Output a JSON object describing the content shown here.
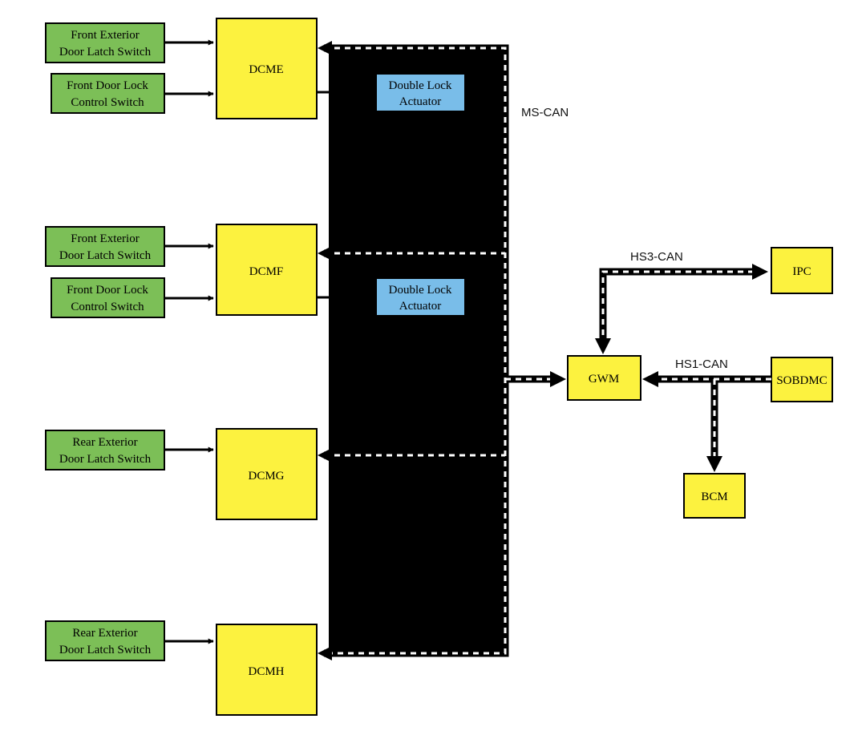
{
  "modules": {
    "dcme": "DCME",
    "dcmf": "DCMF",
    "dcmg": "DCMG",
    "dcmh": "DCMH",
    "gwm": "GWM",
    "ipc": "IPC",
    "sobdmc": "SOBDMC",
    "bcm": "BCM"
  },
  "switches": {
    "sw1": [
      "Front Exterior",
      "Door Latch Switch"
    ],
    "sw2": [
      "Front Door Lock",
      "Control Switch"
    ],
    "sw3": [
      "Front Exterior",
      "Door Latch Switch"
    ],
    "sw4": [
      "Front Door Lock",
      "Control Switch"
    ],
    "sw5": [
      "Rear Exterior",
      "Door Latch Switch"
    ],
    "sw6": [
      "Rear Exterior",
      "Door Latch Switch"
    ]
  },
  "actuators": {
    "act1": [
      "Double Lock",
      "Actuator"
    ],
    "act2": [
      "Double Lock",
      "Actuator"
    ]
  },
  "buses": {
    "ms_can": "MS-CAN",
    "hs3_can": "HS3-CAN",
    "hs1_can": "HS1-CAN"
  },
  "colors": {
    "switch_fill": "#7cbf57",
    "module_fill": "#fcf23f",
    "actuator_fill": "#79bde9",
    "stroke": "#000000"
  }
}
